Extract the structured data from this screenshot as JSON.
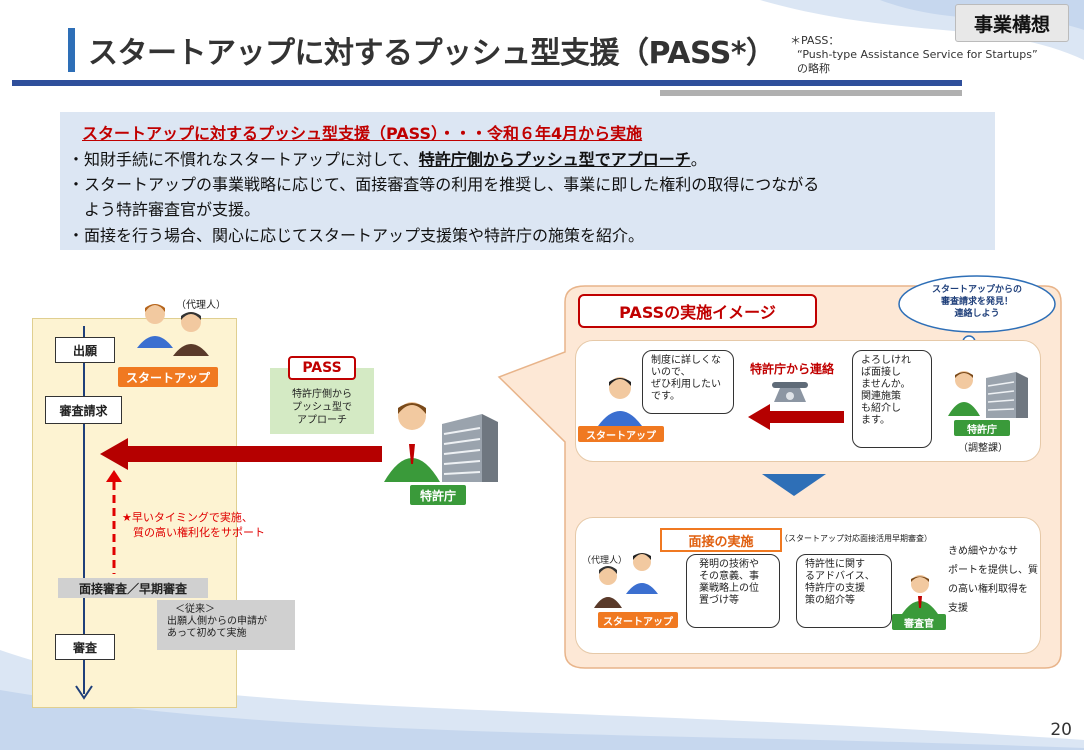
{
  "badge": "事業構想",
  "title": "スタートアップに対するプッシュ型支援（PASS*）",
  "footnote": "＊PASS：\n  “Push-type Assistance Service for Startups”\n  の略称",
  "summary": {
    "heading": "スタートアップに対するプッシュ型支援（PASS）・・・令和６年4月から実施",
    "line1_pre": "・知財手続に不慣れなスタートアップに対して、",
    "line1_bold": "特許庁側からプッシュ型でアプローチ",
    "line1_post": "。",
    "line2": "・スタートアップの事業戦略に応じて、面接審査等の利用を推奨し、事業に即した権利の取得につながる",
    "line3": "　よう特許審査官が支援。",
    "line4": "・面接を行う場合、関心に応じてスタートアップ支援策や特許庁の施策を紹介。"
  },
  "timeline": {
    "agent_label": "（代理人）",
    "step1": "出願",
    "startup_label": "スタートアップ",
    "step2": "審査請求",
    "star_note_1": "★早いタイミングで実施、",
    "star_note_2": "　質の高い権利化をサポート",
    "step3": "面接審査／早期審査",
    "conventional_1": "＜従来＞",
    "conventional_2": "出願人側からの申請が",
    "conventional_3": "あって初めて実施",
    "step4": "審査"
  },
  "pass_tag": {
    "label": "PASS",
    "desc_1": "特許庁側から",
    "desc_2": "プッシュ型で",
    "desc_3": "アプローチ"
  },
  "jpo_label": "特許庁",
  "image": {
    "heading": "PASSの実施イメージ",
    "cloud_1": "スタートアップからの",
    "cloud_2": "審査請求を発見！",
    "cloud_3": "連絡しよう",
    "startup_bubble_1": "制度に詳しくな",
    "startup_bubble_2": "いので、",
    "startup_bubble_3": "ぜひ利用したい",
    "startup_bubble_4": "です。",
    "startup_label": "スタートアップ",
    "contact_label": "特許庁から連絡",
    "jpo_bubble_1": "よろしけれ",
    "jpo_bubble_2": "ば面接し",
    "jpo_bubble_3": "ませんか。",
    "jpo_bubble_4": "関連施策",
    "jpo_bubble_5": "も紹介し",
    "jpo_bubble_6": "ます。",
    "jpo_label": "特許庁",
    "jpo_dept": "（調整課）",
    "interview_head": "面接の実施",
    "interview_note": "（スタートアップ対応面接活用早期審査）",
    "agent_label": "（代理人）",
    "bubbleA_1": "発明の技術や",
    "bubbleA_2": "その意義、事",
    "bubbleA_3": "業戦略上の位",
    "bubbleA_4": "置づけ等",
    "bubbleB_1": "特許性に関す",
    "bubbleB_2": "るアドバイス、",
    "bubbleB_3": "特許庁の支援",
    "bubbleB_4": "策の紹介等",
    "startup_label2": "スタートアップ",
    "examiner_label": "審査官",
    "side_1": "きめ細やかなサ",
    "side_2": "ポートを提供し、質",
    "side_3": "の高い権利取得を",
    "side_4": "支援"
  },
  "page_number": "20"
}
